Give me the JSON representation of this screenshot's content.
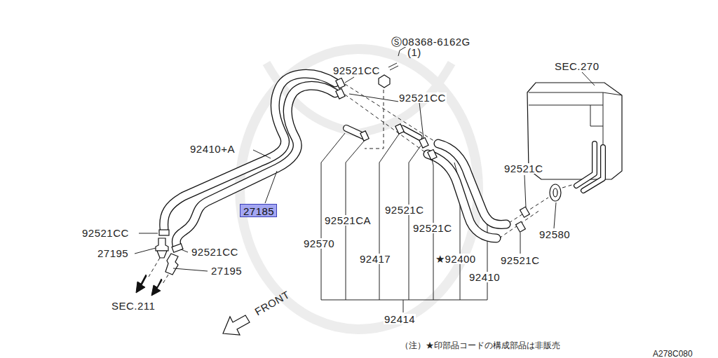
{
  "diagram": {
    "nodes": [
      {
        "text": [
          "27185"
        ]
      }
    ],
    "labels": [
      "Ⓢ08368-6162G",
      "(1)",
      "92521CC",
      "92521CC",
      "SEC.270",
      "92410+A",
      "92521C",
      "92521CA",
      "92521C",
      "92521C",
      "92580",
      "92521CC",
      "92570",
      "27195",
      "92521CC",
      "92417",
      "★92400",
      "92521C",
      "27195",
      "92410",
      "SEC.211",
      "FRONT",
      "92414",
      "（注）★印部品コードの構成部品は非販売",
      "A278C080"
    ]
  }
}
